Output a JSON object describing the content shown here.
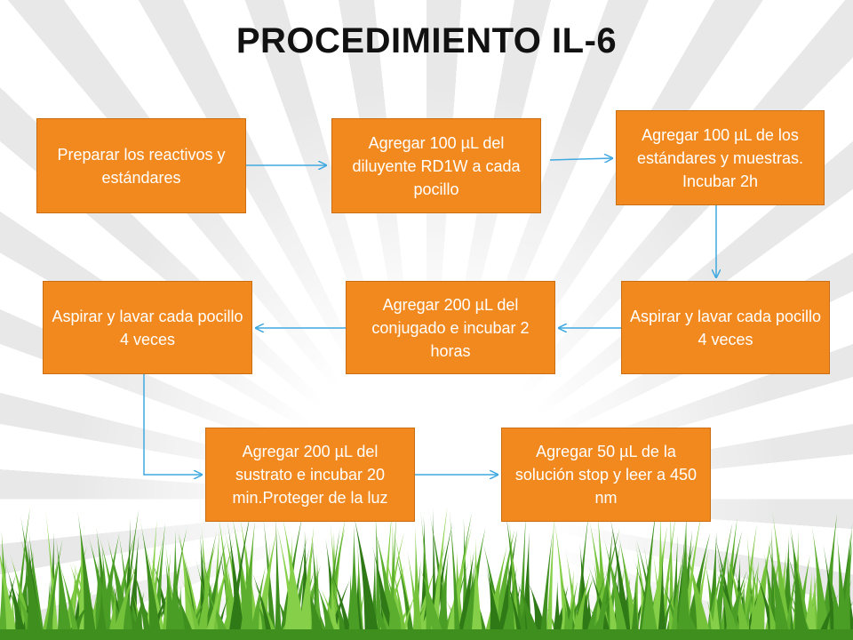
{
  "slide": {
    "title": "PROCEDIMIENTO IL-6",
    "steps": [
      {
        "text": "Preparar los reactivos y estándares"
      },
      {
        "text": "Agregar 100 µL del diluyente RD1W a cada pocillo"
      },
      {
        "text": "Agregar 100 µL  de los estándares y muestras. Incubar 2h"
      },
      {
        "text": "Aspirar y lavar cada pocillo 4 veces"
      },
      {
        "text": "Agregar 200 µL  del conjugado e incubar 2 horas"
      },
      {
        "text": "Aspirar y lavar cada pocillo 4 veces"
      },
      {
        "text": "Agregar 200 µL  del sustrato e incubar 20 min.Proteger de la luz"
      },
      {
        "text": "Agregar 50 µL de la solución stop y leer a 450 nm"
      }
    ]
  },
  "colors": {
    "box_fill": "#f2891e",
    "arrow": "#3fa9e0",
    "grass": "#5cae2e"
  }
}
